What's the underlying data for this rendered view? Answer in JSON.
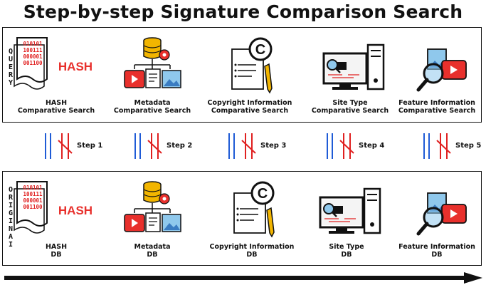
{
  "title": "Step-by-step Signature Comparison Search",
  "query": {
    "side_label": [
      "Q",
      "U",
      "E",
      "R",
      "Y"
    ],
    "items": [
      {
        "icon": "hash-document-icon",
        "line1": "HASH",
        "line2": "Comparative Search"
      },
      {
        "icon": "metadata-database-icon",
        "line1": "Metadata",
        "line2": "Comparative Search"
      },
      {
        "icon": "copyright-document-icon",
        "line1": "Copyright Information",
        "line2": "Comparative Search"
      },
      {
        "icon": "site-type-computer-icon",
        "line1": "Site Type",
        "line2": "Comparative Search"
      },
      {
        "icon": "feature-magnifier-icon",
        "line1": "Feature Information",
        "line2": "Comparative Search"
      }
    ]
  },
  "steps": [
    "Step 1",
    "Step 2",
    "Step 3",
    "Step 4",
    "Step 5"
  ],
  "original": {
    "side_label": [
      "O",
      "R",
      "I",
      "G",
      "I",
      "N",
      "A",
      "I"
    ],
    "items": [
      {
        "icon": "hash-document-icon",
        "line1": "HASH",
        "line2": "DB"
      },
      {
        "icon": "metadata-database-icon",
        "line1": "Metadata",
        "line2": "DB"
      },
      {
        "icon": "copyright-document-icon",
        "line1": "Copyright Information",
        "line2": "DB"
      },
      {
        "icon": "site-type-computer-icon",
        "line1": "Site Type",
        "line2": "DB"
      },
      {
        "icon": "feature-magnifier-icon",
        "line1": "Feature Information",
        "line2": "DB"
      }
    ]
  },
  "hash_icon": {
    "binary": [
      "010101",
      "100111",
      "000001",
      "001100"
    ],
    "word": "HASH"
  },
  "copyright_symbol": "C",
  "colors": {
    "blue_line": "#1f5bd6",
    "red_line": "#e02020",
    "red_accent": "#e8302c",
    "gold": "#f2b500",
    "light_blue": "#8fc8ec",
    "outline": "#111111"
  }
}
